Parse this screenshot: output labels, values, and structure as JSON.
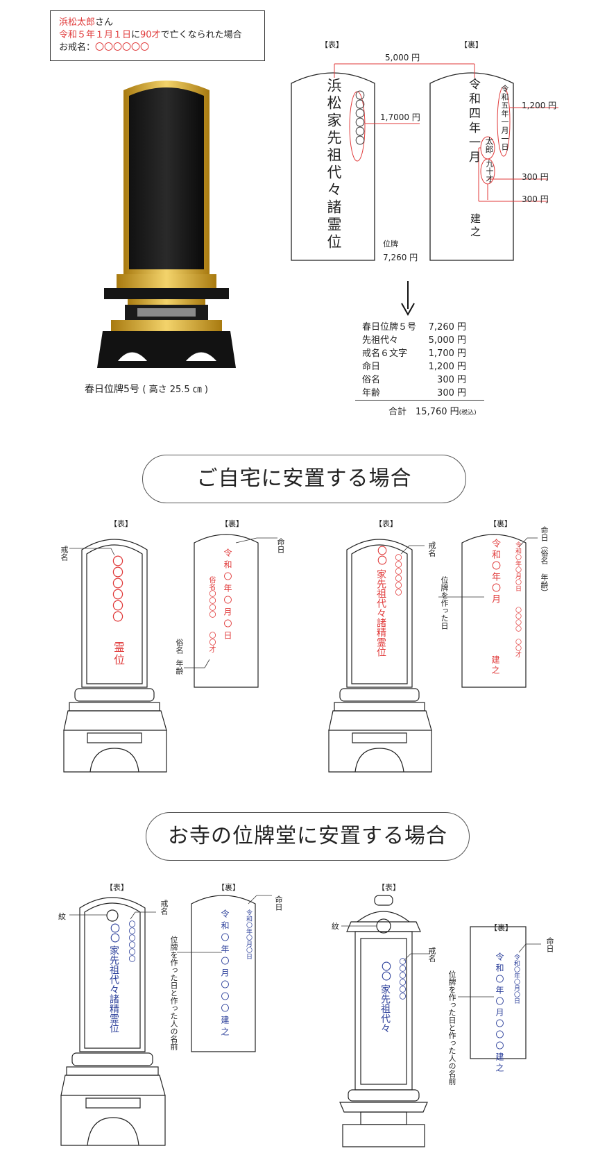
{
  "info": {
    "line1_name": "浜松太郎",
    "line1_suffix": "さん",
    "line2_date": "令和５年１月１日",
    "line2_mid": "に",
    "line2_age": "90才",
    "line2_suffix": "で亡くなられた場合",
    "line3_label": "お戒名：",
    "line3_value": "〇〇〇〇〇〇"
  },
  "product": {
    "caption": "春日位牌5号",
    "caption_size": "( 高さ 25.5 ㎝ )"
  },
  "front_label": "【表】",
  "back_label": "【裏】",
  "example": {
    "front_text": "浜松家先祖代々諸霊位",
    "kaimyo_circles": "〇〇〇〇〇〇",
    "back_main": "令和四年一月",
    "back_date": "令和五年一月一日",
    "back_name": "太郎",
    "back_age": "九十才",
    "back_built": "建之",
    "price_top": "5,000 円",
    "price_kaimyo": "1,7000 円",
    "price_date": "1,200 円",
    "price_name": "300 円",
    "price_age": "300 円",
    "ihai_label": "位牌",
    "ihai_price": "7,260 円"
  },
  "summary": {
    "rows": [
      {
        "label": "春日位牌５号",
        "value": "7,260 円"
      },
      {
        "label": "先祖代々",
        "value": "5,000 円"
      },
      {
        "label": "戒名６文字",
        "value": "1,700 円"
      },
      {
        "label": "命日",
        "value": "1,200 円"
      },
      {
        "label": "俗名",
        "value": "300 円"
      },
      {
        "label": "年齢",
        "value": "300 円"
      }
    ],
    "total_label": "合計",
    "total_value": "15,760 円",
    "total_note": "(税込)"
  },
  "section1": {
    "title": "ご自宅に安置する場合",
    "a_front_circles": "〇〇〇〇〇〇",
    "a_front_end": "霊位",
    "a_back_main": "令和〇年〇月〇日",
    "a_back_name": "俗名〇〇〇〇",
    "a_back_age": "〇〇才",
    "lbl_kaimyo": "戒名",
    "lbl_meinichi": "命日",
    "lbl_name": "俗名",
    "lbl_age": "年齢",
    "b_front_head": "〇〇",
    "b_front_text": "家先祖代々諸精霊位",
    "b_front_circles": "〇〇〇〇〇〇",
    "b_back_main": "令和〇年〇月",
    "b_back_date": "令和〇年〇月〇日",
    "b_back_name": "〇〇〇〇",
    "b_back_age": "〇〇才",
    "b_back_built": "建之",
    "lbl_made": "位牌を作った日",
    "lbl_right": "命日（俗名 年齢）"
  },
  "section2": {
    "title": "お寺の位牌堂に安置する場合",
    "lbl_mon": "紋",
    "lbl_kaimyo": "戒名",
    "lbl_meinichi": "命日",
    "lbl_made": "位牌を作った日と作った人の名前",
    "a_front_head": "〇〇",
    "a_front_text": "家先祖代々諸精霊位",
    "a_front_circles": "〇〇〇〇〇〇",
    "a_back_main": "令和〇年〇月〇〇〇建之",
    "a_back_date": "令和〇年〇月〇日",
    "b_front_head": "〇〇",
    "b_front_text": "家先祖代々",
    "b_front_circles": "〇〇〇〇〇〇",
    "b_back_main": "令和〇年〇月〇〇〇建之",
    "b_back_date": "令和〇年〇月〇日"
  }
}
